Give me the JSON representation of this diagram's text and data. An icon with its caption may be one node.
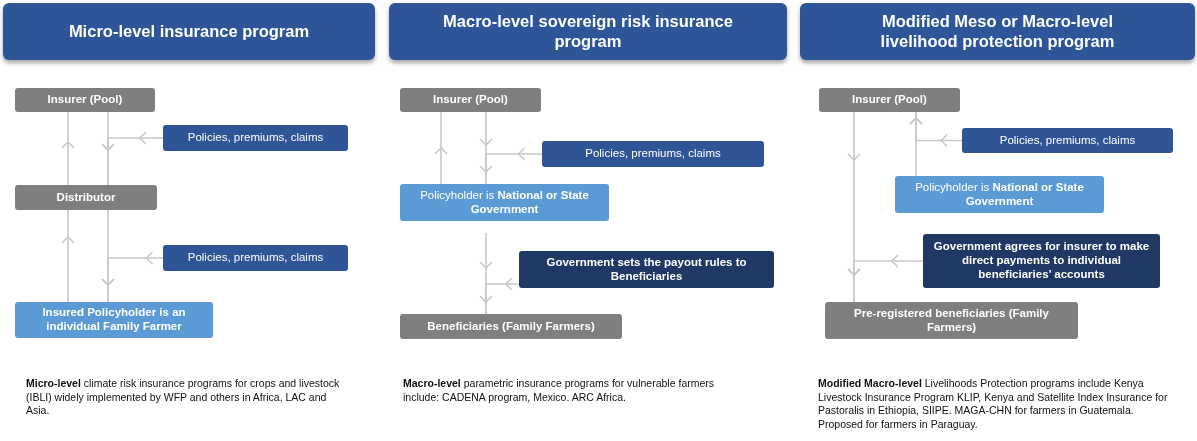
{
  "diagram": {
    "nodes": [
      {
        "text": [
          "Micro-level insurance program"
        ]
      },
      {
        "text": [
          "Insurer (Pool)"
        ]
      },
      {
        "text": [
          "Policies, premiums, claims"
        ]
      },
      {
        "text": [
          "Distributor"
        ]
      },
      {
        "text": [
          "Policies, premiums, claims"
        ]
      },
      {
        "text": [
          "Insured Policyholder is an individual Family Farmer"
        ]
      },
      {
        "text": [
          "Macro-level sovereign risk insurance program"
        ]
      },
      {
        "text": [
          "Insurer (Pool)"
        ]
      },
      {
        "text": [
          "Policies, premiums, claims"
        ]
      },
      {
        "text": [
          "Policyholder is **National or State Government**"
        ]
      },
      {
        "text": [
          "Government sets the payout rules to Beneficiaries"
        ]
      },
      {
        "text": [
          "Beneficiaries (Family Farmers)"
        ]
      },
      {
        "text": [
          "Modified Meso or Macro-level livelihood protection program"
        ]
      },
      {
        "text": [
          "Insurer (Pool)"
        ]
      },
      {
        "text": [
          "Policies, premiums, claims"
        ]
      },
      {
        "text": [
          "Policyholder is **National or State Government**"
        ]
      },
      {
        "text": [
          "Government agrees for insurer to make direct  payments to individual beneficiaries’ accounts"
        ]
      },
      {
        "text": [
          "Pre-registered beneficiaries (Family Farmers)"
        ]
      }
    ],
    "edges": [
      {
        "from": 3,
        "to": 1,
        "arrow": "to"
      },
      {
        "from": 1,
        "to": 3,
        "arrow": "to"
      },
      {
        "from": 2,
        "to": 3,
        "arrow": "to"
      },
      {
        "from": 5,
        "to": 3,
        "arrow": "to"
      },
      {
        "from": 3,
        "to": 5,
        "arrow": "to"
      },
      {
        "from": 4,
        "to": 5,
        "arrow": "to"
      },
      {
        "from": 9,
        "to": 7,
        "arrow": "to"
      },
      {
        "from": 7,
        "to": 9,
        "arrow": "to"
      },
      {
        "from": 8,
        "to": 9,
        "arrow": "to"
      },
      {
        "from": 9,
        "to": 11,
        "arrow": "to"
      },
      {
        "from": 10,
        "to": 11,
        "arrow": "to"
      },
      {
        "from": 15,
        "to": 13,
        "arrow": "to"
      },
      {
        "from": 14,
        "to": 13,
        "arrow": "to"
      },
      {
        "from": 13,
        "to": 17,
        "arrow": "to"
      },
      {
        "from": 16,
        "to": 17,
        "arrow": "to"
      }
    ],
    "labels": [
      "**Micro-level** climate risk insurance programs for crops and livestock (IBLI) widely implemented by WFP and others in Africa, LAC and Asia.",
      "**Macro-level** parametric insurance programs for vulnerable farmers include: CADENA program, Mexico.  ARC Africa.",
      "**Modified Macro-level** Livelihoods Protection programs include Kenya Livestock Insurance Program KLIP, Kenya and Satellite Index Insurance for Pastoralis in Ethiopia, SIIPE. MAGA-CHN for farmers in Guatemala. Proposed for farmers in Paraguay."
    ]
  }
}
